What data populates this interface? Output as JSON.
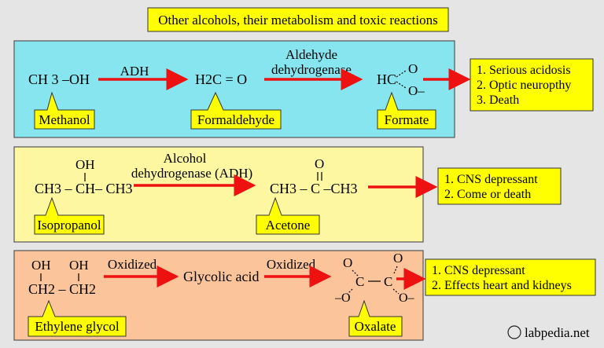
{
  "title": "Other alcohols, their metabolism and toxic reactions",
  "colors": {
    "background": "#e5e5e5",
    "methanol_panel": "#87e5ef",
    "isopropanol_panel": "#fdf7a1",
    "ethylene_panel": "#fbc49a",
    "callout": "#ffff00",
    "arrow": "#ee1111"
  },
  "methanol": {
    "formula": "CH 3 –OH",
    "enzyme1": "ADH",
    "formaldehyde_formula": "H2C = O",
    "enzyme2_line1": "Aldehyde",
    "enzyme2_line2": "dehydrogenase",
    "formate_hc": "HC",
    "formate_o_top": "O",
    "formate_o_bottom": "O–",
    "label_methanol": "Methanol",
    "label_formaldehyde": "Formaldehyde",
    "label_formate": "Formate",
    "effects": [
      "1. Serious acidosis",
      "2. Optic neuropthy",
      "3. Death"
    ]
  },
  "isopropanol": {
    "oh": "OH",
    "formula": "CH3 – CH– CH3",
    "enzyme_line1": "Alcohol",
    "enzyme_line2": "dehydrogenase (ADH)",
    "acetone_o": "O",
    "acetone_formula": "CH3 – C –CH3",
    "label_isopropanol": "Isopropanol",
    "label_acetone": "Acetone",
    "effects": [
      "1. CNS depressant",
      "2. Come or death"
    ]
  },
  "ethylene": {
    "oh1": "OH",
    "oh2": "OH",
    "formula": "CH2 – CH2",
    "step1": "Oxidized",
    "glycolic": "Glycolic acid",
    "step2": "Oxidized",
    "ox_o1": "O",
    "ox_o2": "O",
    "ox_c1": "C",
    "ox_c2": "C",
    "ox_o3": "–O",
    "ox_o4": "O–",
    "label_ethylene": "Ethylene glycol",
    "label_oxalate": "Oxalate",
    "effects": [
      "1. CNS depressant",
      "2. Effects heart and kidneys"
    ]
  },
  "watermark": {
    "symbol": "©",
    "text": "labpedia.net"
  }
}
